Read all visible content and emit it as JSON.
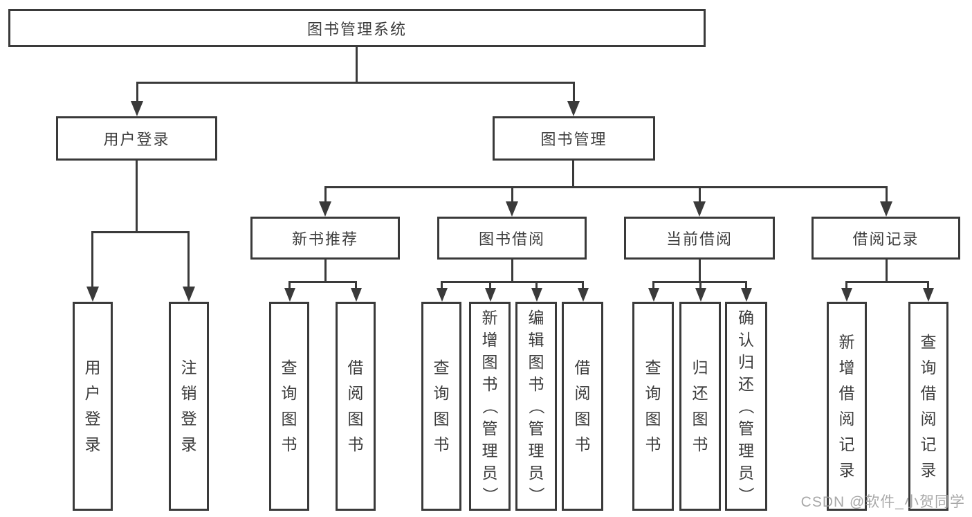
{
  "diagram": {
    "type": "hierarchy-tree",
    "title": "图书管理系统",
    "nodes": {
      "root": "图书管理系统",
      "user_login": "用户登录",
      "book_mgmt": "图书管理",
      "new_book": "新书推荐",
      "book_borrow": "图书借阅",
      "current_borrow": "当前借阅",
      "borrow_records": "借阅记录",
      "leaf_user_login": "用户登录",
      "leaf_logout": "注销登录",
      "leaf_nb_query": "查询图书",
      "leaf_nb_borrow": "借阅图书",
      "leaf_bb_query": "查询图书",
      "leaf_bb_add": "新增图书（管理员）",
      "leaf_bb_edit": "编辑图书（管理员）",
      "leaf_bb_borrow": "借阅图书",
      "leaf_cb_query": "查询图书",
      "leaf_cb_return": "归还图书",
      "leaf_cb_confirm": "确认归还（管理员）",
      "leaf_br_add": "新增借阅记录",
      "leaf_br_query": "查询借阅记录"
    },
    "edges": [
      [
        "图书管理系统",
        "用户登录"
      ],
      [
        "图书管理系统",
        "图书管理"
      ],
      [
        "用户登录",
        "用户登录(子)"
      ],
      [
        "用户登录",
        "注销登录"
      ],
      [
        "图书管理",
        "新书推荐"
      ],
      [
        "图书管理",
        "图书借阅"
      ],
      [
        "图书管理",
        "当前借阅"
      ],
      [
        "图书管理",
        "借阅记录"
      ],
      [
        "新书推荐",
        "查询图书"
      ],
      [
        "新书推荐",
        "借阅图书"
      ],
      [
        "图书借阅",
        "查询图书"
      ],
      [
        "图书借阅",
        "新增图书（管理员）"
      ],
      [
        "图书借阅",
        "编辑图书（管理员）"
      ],
      [
        "图书借阅",
        "借阅图书"
      ],
      [
        "当前借阅",
        "查询图书"
      ],
      [
        "当前借阅",
        "归还图书"
      ],
      [
        "当前借阅",
        "确认归还（管理员）"
      ],
      [
        "借阅记录",
        "新增借阅记录"
      ],
      [
        "借阅记录",
        "查询借阅记录"
      ]
    ],
    "watermark": "CSDN @软件_小贺同学",
    "colors": {
      "line": "#3a3a3a",
      "text": "#3c3c3c",
      "background": "#ffffff",
      "watermark": "#9a9a9a"
    }
  }
}
